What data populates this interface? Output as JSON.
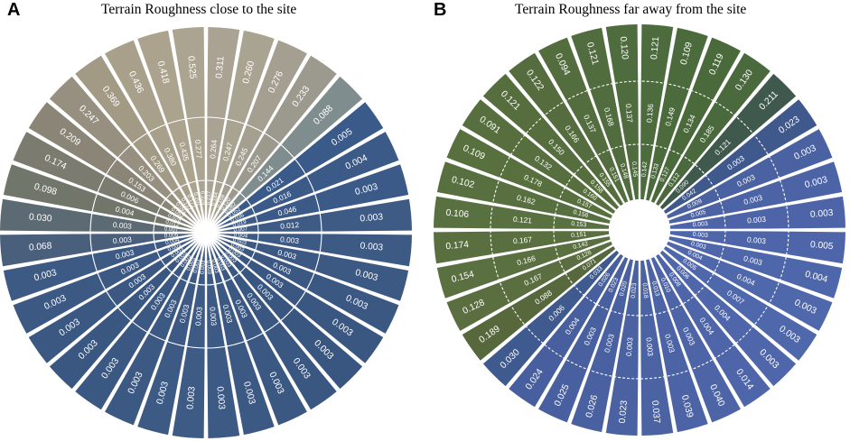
{
  "panels": [
    {
      "letter": "A",
      "title": "Terrain Roughness close to the site",
      "outer_values": [
        "0.311",
        "0.260",
        "0.276",
        "0.233",
        "0.088",
        "0.005",
        "0.004",
        "0.003",
        "0.003",
        "0.003",
        "0.003",
        "0.003",
        "0.003",
        "0.003",
        "0.003",
        "0.003",
        "0.003",
        "0.003",
        "0.003",
        "0.003",
        "0.003",
        "0.003",
        "0.003",
        "0.003",
        "0.003",
        "0.003",
        "0.068",
        "0.030",
        "0.098",
        "0.174",
        "0.209",
        "0.247",
        "0.369",
        "0.436",
        "0.418",
        "0.525"
      ],
      "middle_values": [
        "0.264",
        "0.247",
        "0.245",
        "0.207",
        "0.144",
        "0.021",
        "0.016",
        "0.046",
        "0.012",
        "0.003",
        "0.003",
        "0.003",
        "0.003",
        "0.003",
        "0.003",
        "0.003",
        "0.003",
        "0.003",
        "0.003",
        "0.003",
        "0.003",
        "0.003",
        "0.003",
        "0.003",
        "0.003",
        "0.003",
        "0.003",
        "0.003",
        "0.004",
        "0.006",
        "0.153",
        "0.203",
        "0.269",
        "0.380",
        "0.435",
        "0.277"
      ],
      "inner_values": [
        "0.217",
        "0.184",
        "0.158",
        "0.120",
        "0.082",
        "0.052",
        "0.036",
        "0.019",
        "0.007",
        "0.004",
        "0.003",
        "0.003",
        "0.003",
        "0.003",
        "0.003",
        "0.003",
        "0.003",
        "0.003",
        "0.003",
        "0.003",
        "0.003",
        "0.003",
        "0.003",
        "0.003",
        "0.003",
        "0.004",
        "0.005",
        "0.007",
        "0.012",
        "0.028",
        "0.053",
        "0.091",
        "0.132",
        "0.171",
        "0.201",
        "0.224"
      ],
      "sector_colors": [
        "#aaa394",
        "#a9a392",
        "#a49f90",
        "#9c9a8e",
        "#7f8d8e",
        "#3a5a89",
        "#3b5a88",
        "#3c5a87",
        "#3e5b86",
        "#3d5a85",
        "#3c5984",
        "#3b5883",
        "#3a5782",
        "#395681",
        "#3a5782",
        "#3b5883",
        "#3c5984",
        "#3d5a85",
        "#3e5b86",
        "#3d5a85",
        "#3c5984",
        "#3b5883",
        "#3a5782",
        "#3b5883",
        "#3c5984",
        "#3d5a85",
        "#4a5f7c",
        "#5b6a73",
        "#70776a",
        "#7b7c6f",
        "#8a8576",
        "#979080",
        "#a39a86",
        "#a8a08a",
        "#aba38e",
        "#aba490"
      ]
    },
    {
      "letter": "B",
      "title": "Terrain Roughness far away from the site",
      "outer_values": [
        "0.121",
        "0.109",
        "0.119",
        "0.130",
        "0.211",
        "0.023",
        "0.003",
        "0.003",
        "0.003",
        "0.005",
        "0.004",
        "0.003",
        "0.003",
        "0.003",
        "0.014",
        "0.040",
        "0.039",
        "0.037",
        "0.023",
        "0.026",
        "0.025",
        "0.024",
        "0.030",
        "0.189",
        "0.128",
        "0.154",
        "0.174",
        "0.106",
        "0.102",
        "0.109",
        "0.091",
        "0.121",
        "0.122",
        "0.094",
        "0.121",
        "0.120"
      ],
      "middle_values": [
        "0.136",
        "0.149",
        "0.134",
        "0.185",
        "0.121",
        "0.003",
        "0.003",
        "0.003",
        "0.003",
        "0.003",
        "0.003",
        "0.004",
        "0.007",
        "0.004",
        "0.004",
        "0.003",
        "0.003",
        "0.003",
        "0.003",
        "0.003",
        "0.003",
        "0.004",
        "0.006",
        "0.088",
        "0.167",
        "0.166",
        "0.167",
        "0.121",
        "0.162",
        "0.178",
        "0.132",
        "0.150",
        "0.166",
        "0.137",
        "0.168",
        "0.137"
      ],
      "inner_values": [
        "0.142",
        "0.133",
        "0.127",
        "0.112",
        "0.090",
        "0.042",
        "0.009",
        "0.005",
        "0.003",
        "0.003",
        "0.003",
        "0.004",
        "0.005",
        "0.006",
        "0.008",
        "0.010",
        "0.013",
        "0.018",
        "0.023",
        "0.020",
        "0.023",
        "0.026",
        "0.033",
        "0.071",
        "0.128",
        "0.142",
        "0.151",
        "0.153",
        "0.156",
        "0.157",
        "0.160",
        "0.158",
        "0.155",
        "0.151",
        "0.148",
        "0.145"
      ],
      "sector_colors": [
        "#4d6c3e",
        "#4c6b3d",
        "#4b6a3c",
        "#4a693d",
        "#3f5a4c",
        "#40598c",
        "#4a62a1",
        "#4c64a6",
        "#4d65a8",
        "#4e66a9",
        "#4e66aa",
        "#4f67ab",
        "#4f67ab",
        "#4f67aa",
        "#4e66a9",
        "#4d65a7",
        "#4c64a5",
        "#4b63a3",
        "#4a62a1",
        "#4961a0",
        "#48609f",
        "#475f9e",
        "#3f5a8f",
        "#56683c",
        "#5a6e40",
        "#5b7041",
        "#5a6f40",
        "#597040",
        "#58703f",
        "#58703e",
        "#576f3e",
        "#566e3e",
        "#556d3e",
        "#536d3e",
        "#516c3e",
        "#4f6c3e"
      ]
    }
  ]
}
